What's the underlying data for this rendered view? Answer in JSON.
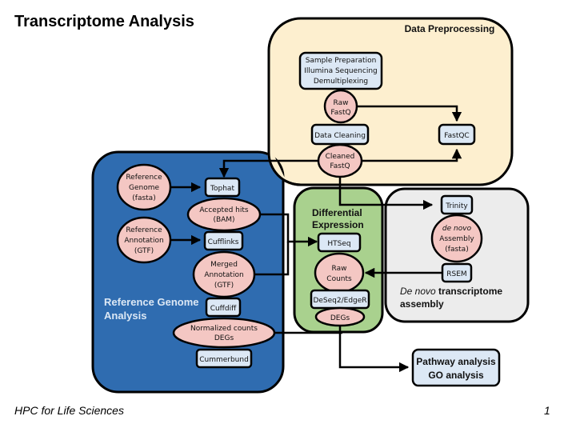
{
  "title": "Transcriptome Analysis",
  "footer": "HPC for Life Sciences",
  "page_number": "1",
  "colors": {
    "preprocessing_bg": "#fdefcf",
    "reference_bg": "#2f6cb0",
    "differential_bg": "#a9d18e",
    "denovo_bg": "#ececec",
    "process_box": "#dce8f5",
    "data_oval": "#f4c7c3",
    "stroke": "#000000"
  },
  "groups": {
    "preprocessing": {
      "label": "Data Preprocessing"
    },
    "reference": {
      "label_line1": "Reference Genome",
      "label_line2": "Analysis"
    },
    "differential": {
      "label_line1": "Differential",
      "label_line2": "Expression"
    },
    "denovo": {
      "label_italic": "De novo",
      "label_rest": " transcriptome",
      "label_line2": "assembly"
    }
  },
  "nodes": {
    "sample_prep": {
      "lines": [
        "Sample Preparation",
        "Illumina Sequencing",
        "Demultiplexing"
      ]
    },
    "raw_fastq": {
      "lines": [
        "Raw",
        "FastQ"
      ]
    },
    "data_cleaning": {
      "label": "Data Cleaning"
    },
    "fastqc": {
      "label": "FastQC"
    },
    "cleaned_fastq": {
      "lines": [
        "Cleaned",
        "FastQ"
      ]
    },
    "ref_genome": {
      "lines": [
        "Reference",
        "Genome",
        "(fasta)"
      ]
    },
    "ref_annotation": {
      "lines": [
        "Reference",
        "Annotation",
        "(GTF)"
      ]
    },
    "tophat": {
      "label": "Tophat"
    },
    "accepted_hits": {
      "lines": [
        "Accepted hits",
        "(BAM)"
      ]
    },
    "cufflinks": {
      "label": "Cufflinks"
    },
    "merged_annotation": {
      "lines": [
        "Merged",
        "Annotation",
        "(GTF)"
      ]
    },
    "cuffdiff": {
      "label": "Cuffdiff"
    },
    "normalized_counts": {
      "lines": [
        "Normalized counts",
        "DEGs"
      ]
    },
    "cummerbund": {
      "label": "Cummerbund"
    },
    "htseq": {
      "label": "HTSeq"
    },
    "raw_counts": {
      "lines": [
        "Raw",
        "Counts"
      ]
    },
    "deseq2": {
      "label": "DeSeq2/EdgeR"
    },
    "degs": {
      "label": "DEGs"
    },
    "trinity": {
      "label": "Trinity"
    },
    "denovo_assembly": {
      "lines": [
        "de novo",
        "Assembly",
        "(fasta)"
      ]
    },
    "rsem": {
      "label": "RSEM"
    },
    "pathway": {
      "lines": [
        "Pathway analysis",
        "GO analysis"
      ]
    }
  }
}
